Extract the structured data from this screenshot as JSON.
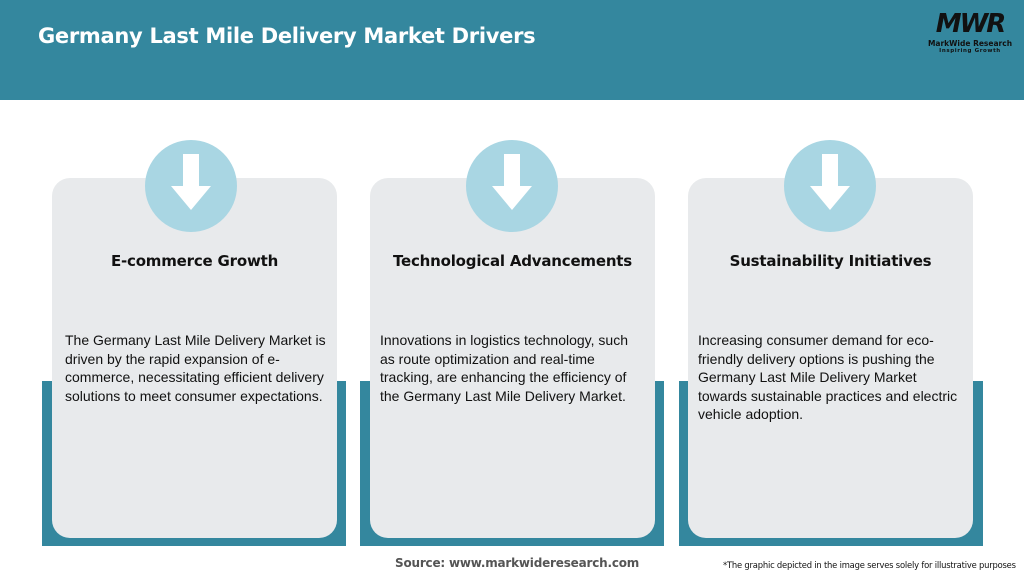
{
  "header": {
    "title": "Germany Last Mile Delivery Market Drivers",
    "background_color": "#34879e"
  },
  "logo": {
    "mark": "MWR",
    "name": "MarkWide Research",
    "tagline": "Inspiring Growth"
  },
  "cards": [
    {
      "icon": "arrow-down-icon",
      "title": "E-commerce Growth",
      "body": "The Germany Last Mile Delivery Market is driven by the rapid expansion of e-commerce, necessitating efficient delivery solutions to meet consumer expectations."
    },
    {
      "icon": "arrow-down-icon",
      "title": "Technological Advancements",
      "body": "Innovations in logistics technology, such as route optimization and real-time tracking, are enhancing the efficiency of the Germany Last Mile Delivery Market."
    },
    {
      "icon": "arrow-down-icon",
      "title": "Sustainability Initiatives",
      "body": "Increasing consumer demand for eco-friendly delivery options is pushing the Germany Last Mile Delivery Market towards sustainable practices and electric vehicle adoption."
    }
  ],
  "colors": {
    "accent": "#34879e",
    "card_bg": "#e8eaec",
    "icon_circle": "#a9d6e3"
  },
  "footer": {
    "source": "Source: www.markwideresearch.com",
    "disclaimer": "*The graphic depicted in the image serves solely for illustrative purposes"
  }
}
